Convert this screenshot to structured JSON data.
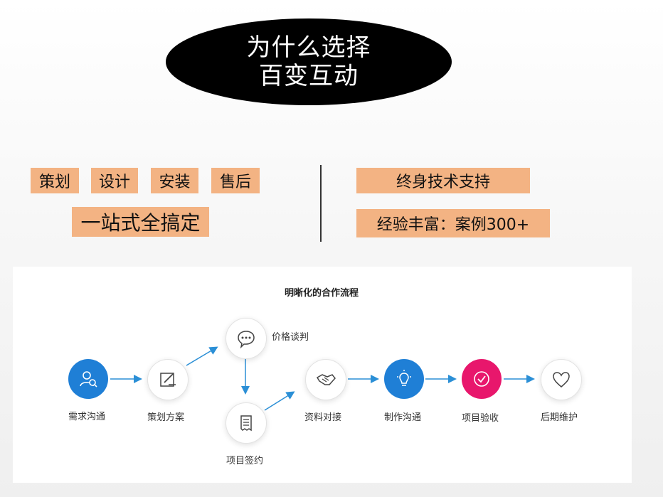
{
  "title": {
    "line1": "为什么选择",
    "line2": "百变互动"
  },
  "left_tags": {
    "plan": "策划",
    "design": "设计",
    "install": "安装",
    "after_sales": "售后",
    "one_stop": "一站式全搞定"
  },
  "right_tags": {
    "support": "终身技术支持",
    "experience": "经验丰富：案例300+"
  },
  "flow": {
    "title": "明晰化的合作流程",
    "steps": {
      "demand": "需求沟通",
      "plan": "策划方案",
      "price": "价格谈判",
      "sign": "项目签约",
      "docs": "资料对接",
      "produce": "制作沟通",
      "accept": "项目验收",
      "maintain": "后期维护"
    }
  },
  "colors": {
    "tag_bg": "#f3b383",
    "blue": "#1f7fd6",
    "pink": "#e8176c",
    "arrow": "#2b8fd6"
  },
  "icons": {
    "demand": "user-search-icon",
    "plan": "drawing-board-icon",
    "price": "chat-bubble-icon",
    "sign": "document-icon",
    "docs": "handshake-icon",
    "produce": "lightbulb-icon",
    "accept": "check-circle-icon",
    "maintain": "heart-icon"
  }
}
